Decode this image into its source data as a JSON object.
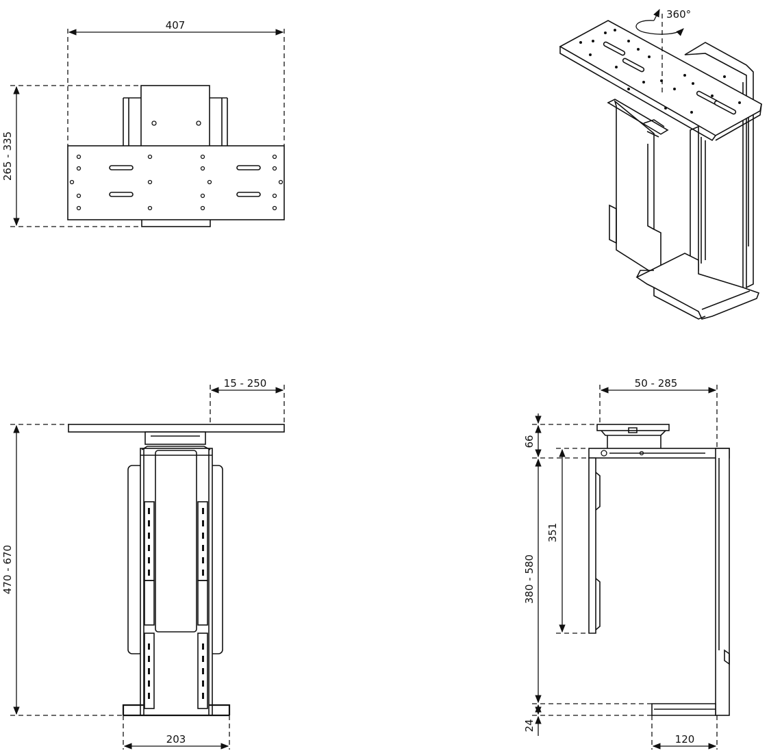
{
  "views": {
    "top": {
      "width_label": "407",
      "depth_label": "265 - 335"
    },
    "isometric": {
      "rotation_label": "360°"
    },
    "front": {
      "offset_label": "15 - 250",
      "height_label": "470 - 670",
      "base_width_label": "203"
    },
    "side": {
      "width_label": "50 - 285",
      "plate_label": "66",
      "inner_height_label": "351",
      "range_label": "380 - 580",
      "base_label": "24",
      "foot_label": "120"
    }
  }
}
